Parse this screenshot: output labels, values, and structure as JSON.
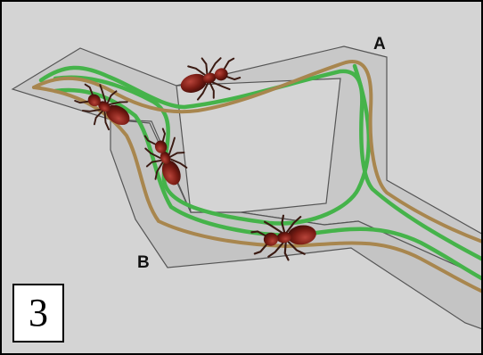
{
  "labels": {
    "point_a": "A",
    "point_b": "B"
  },
  "panel_number": "3",
  "colors": {
    "background": "#d4d4d4",
    "path_surface": "#c8c8c8",
    "path_edge": "#555555",
    "trail_green": "#45b34a",
    "trail_brown": "#a8864e",
    "ant_body": "#7a1c14",
    "ant_legs": "#3a1a12"
  },
  "scene": {
    "ant_count": 4,
    "trails": [
      "green",
      "green",
      "brown",
      "brown"
    ]
  }
}
